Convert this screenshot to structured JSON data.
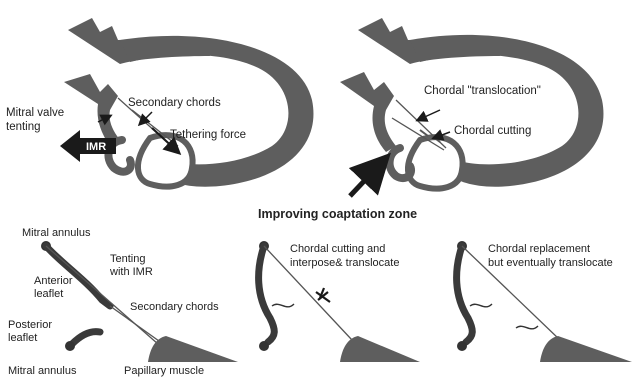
{
  "top_left": {
    "mitral_valve_tenting": [
      "Mitral valve",
      "tenting"
    ],
    "imr": "IMR",
    "secondary_chords": "Secondary chords",
    "tethering_force": "Tethering force"
  },
  "top_right": {
    "chordal_translocation": "Chordal \"translocation\"",
    "chordal_cutting": "Chordal cutting"
  },
  "improving_coaptation": "Improving coaptation zone",
  "bottom_left": {
    "mitral_annulus_top": "Mitral annulus",
    "tenting_with_imr": [
      "Tenting",
      "with IMR"
    ],
    "anterior_leaflet": [
      "Anterior",
      "leaflet"
    ],
    "secondary_chords": "Secondary chords",
    "posterior_leaflet": [
      "Posterior",
      "leaflet"
    ],
    "mitral_annulus_bottom": "Mitral annulus",
    "papillary_muscle": "Papillary muscle"
  },
  "bottom_middle": {
    "label": [
      "Chordal cutting and",
      "interpose& translocate"
    ]
  },
  "bottom_right": {
    "label": [
      "Chordal replacement",
      "but eventually translocate"
    ]
  },
  "colors": {
    "tissue": "#5e5e5e",
    "tissue_dark": "#3a3a3a",
    "chord": "#555555",
    "text": "#222222"
  }
}
